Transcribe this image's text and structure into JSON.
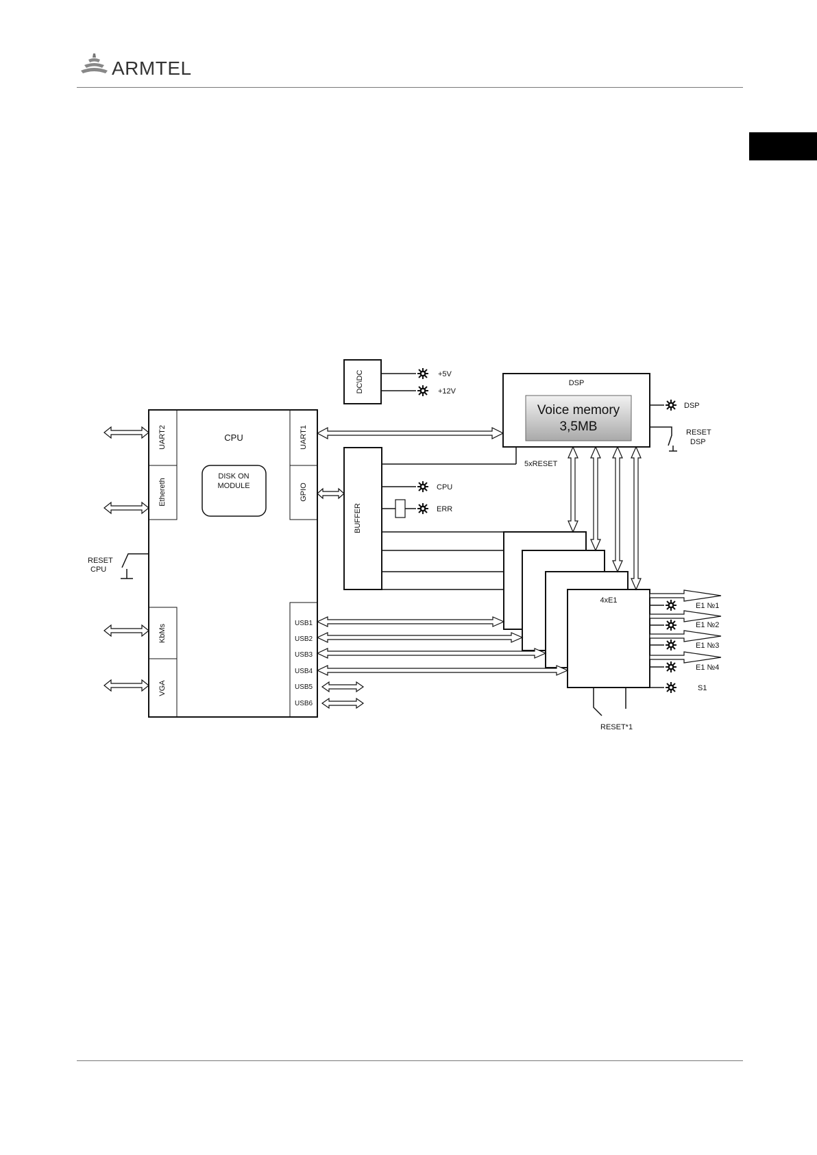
{
  "header": {
    "brand": "ARMTEL"
  },
  "diagram": {
    "dcdc": "DC\\DC",
    "v5": "+5V",
    "v12": "+12V",
    "dsp": {
      "title": "DSP",
      "voice_memory_line1": "Voice memory",
      "voice_memory_line2": "3,5MB",
      "led": "DSP",
      "reset_line1": "RESET",
      "reset_line2": "DSP",
      "reset_bus": "5xRESET"
    },
    "cpu": {
      "title": "CPU",
      "disk_line1": "DISK ON",
      "disk_line2": "MODULE",
      "left_ports": [
        "UART2",
        "Ethereth",
        "KbMs",
        "VGA"
      ],
      "uart1": "UART1",
      "gpio": "GPIO",
      "usb_ports": [
        "USB1",
        "USB2",
        "USB3",
        "USB4",
        "USB5",
        "USB6"
      ],
      "reset_line1": "RESET",
      "reset_line2": "CPU"
    },
    "buffer": {
      "title": "BUFFER",
      "led_cpu": "CPU",
      "led_err": "ERR"
    },
    "e1": {
      "title": "4xE1",
      "outputs": [
        "E1 №1",
        "E1 №2",
        "E1 №3",
        "E1 №4",
        "S1"
      ],
      "reset": "RESET*1"
    }
  }
}
